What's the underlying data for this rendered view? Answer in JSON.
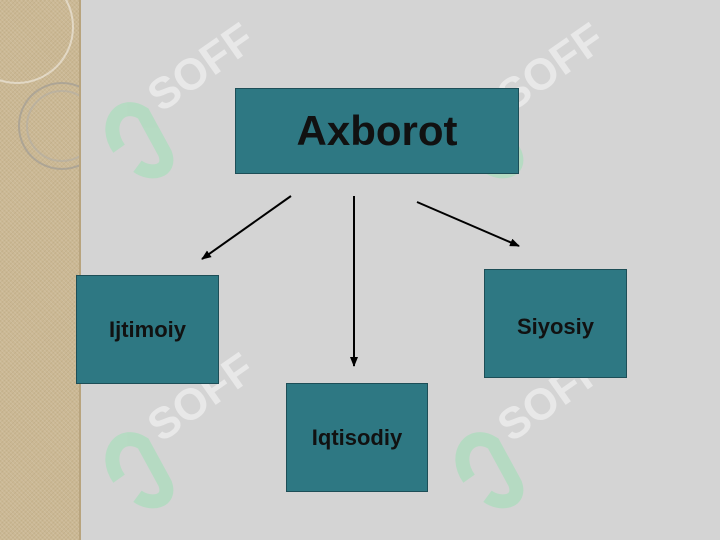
{
  "diagram": {
    "root": {
      "label": "Axborot"
    },
    "children": [
      {
        "id": "left",
        "label": "Ijtimoiy"
      },
      {
        "id": "center",
        "label": "Iqtisodiy"
      },
      {
        "id": "right",
        "label": "Siyosiy"
      }
    ]
  },
  "watermark": {
    "text": "SOFF"
  },
  "colors": {
    "node_fill": "#2e7883",
    "background": "#d4d4d4",
    "sidebar": "#cbb894",
    "watermark": "#9de0b4"
  }
}
